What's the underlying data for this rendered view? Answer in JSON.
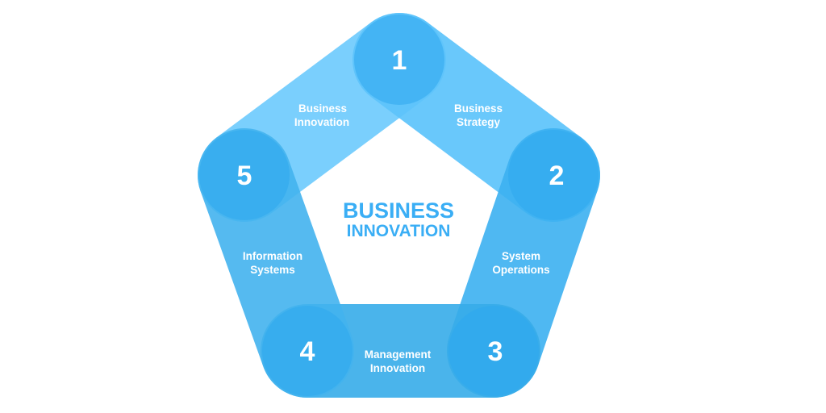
{
  "diagram": {
    "center_title": {
      "line1": "BUSINESS",
      "line2": "INNOVATION"
    },
    "nodes": [
      {
        "number": "1"
      },
      {
        "number": "2"
      },
      {
        "number": "3"
      },
      {
        "number": "4"
      },
      {
        "number": "5"
      }
    ],
    "edges": [
      {
        "line1": "Business",
        "line2": "Innovation"
      },
      {
        "line1": "Business",
        "line2": "Strategy"
      },
      {
        "line1": "System",
        "line2": "Operations"
      },
      {
        "line1": "Management",
        "line2": "Innovation"
      },
      {
        "line1": "Information",
        "line2": "Systems"
      }
    ],
    "colors": {
      "band_1_2": "#5cc3fb",
      "band_2_3": "#3cb0f1",
      "band_3_4": "#36ace9",
      "band_4_5": "#43b2ee",
      "band_5_1": "#6fcbfd",
      "node": "#2ea7ef",
      "title": "#3aaef5",
      "text": "#ffffff"
    }
  }
}
